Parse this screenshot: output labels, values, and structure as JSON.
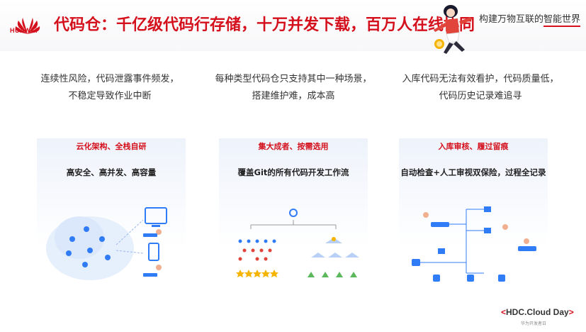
{
  "brand": {
    "name": "HUAWEI",
    "logo_icon": "huawei-flower-icon",
    "color": "#d4101c"
  },
  "header": {
    "title": "代码仓：千亿级代码行存储，十万并发下载，百万人在线协同",
    "slogan_pre": "构建万物互联的",
    "slogan_emph": "智能世界"
  },
  "columns": [
    {
      "pain_lines": [
        "连续性风险，代码泄露事件频发，",
        "不稳定导致作业中断"
      ],
      "tag": "云化架构、全栈自研",
      "desc": "高安全、高并发、高容量"
    },
    {
      "pain_lines": [
        "每种类型代码仓只支持其中一种场景，",
        "搭建维护难，成本高"
      ],
      "tag": "集大成者、按需选用",
      "desc": "覆盖Git的所有代码开发工作流"
    },
    {
      "pain_lines": [
        "入库代码无法有效看护，代码质量低，",
        "代码历史记录难追寻"
      ],
      "tag": "入库审核、履过留痕",
      "desc": "自动检查+人工审视双保险，过程全记录"
    }
  ],
  "footer": {
    "brand_pre": "<",
    "brand_text": "HDC.Cloud Day",
    "brand_post": ">",
    "sub": "华为开发者日"
  },
  "colors": {
    "accent": "#d4101c",
    "blue": "#2f7cf6",
    "gold": "#f5b400",
    "green": "#5cb85c"
  }
}
